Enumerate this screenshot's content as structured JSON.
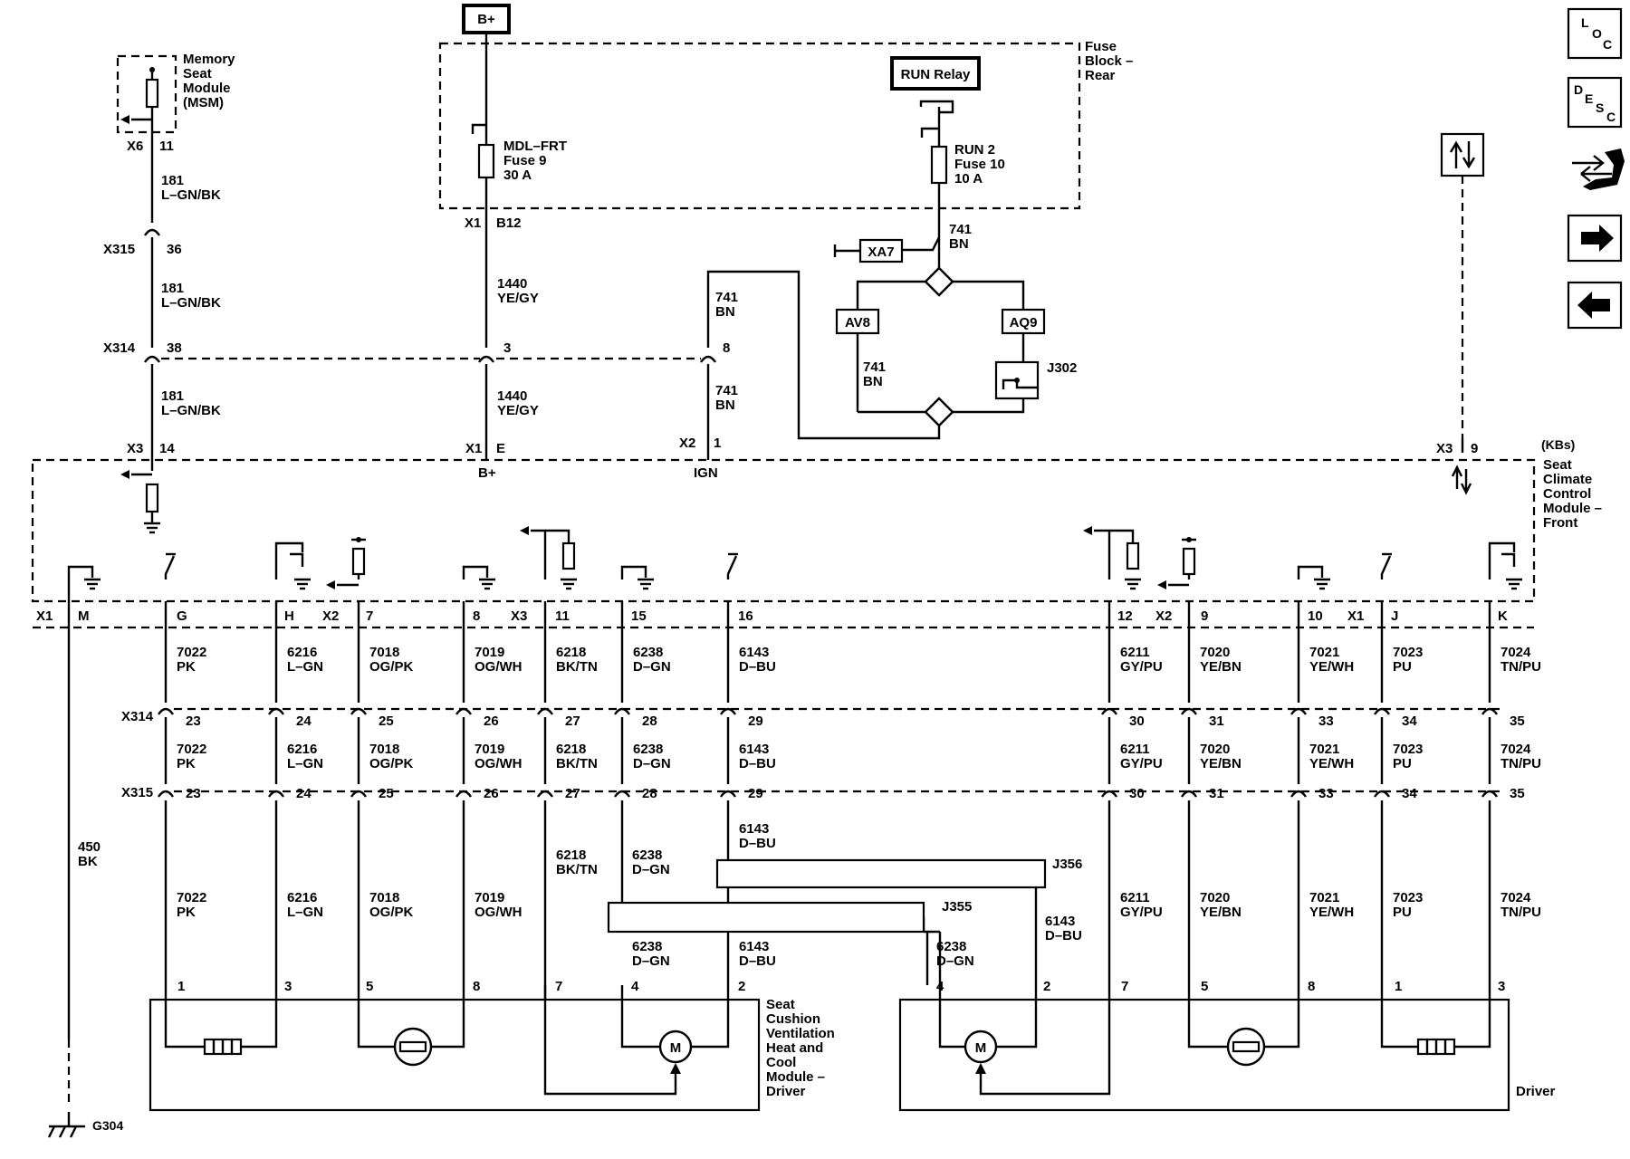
{
  "connectors": {
    "x6": "X6",
    "x6_pin": "11",
    "x315": "X315",
    "x315_pin": "36",
    "x314": "X314",
    "x314_pin": "38",
    "x3": "X3",
    "x3_pin": "14",
    "x1_b": "X1",
    "x1_b_pin": "B12",
    "x314_b_pin": "3",
    "x1_e": "X1",
    "x1_e_pin": "E",
    "x314_c_pin": "8",
    "x2_c": "X2",
    "x2_c_pin": "1",
    "x3_r": "X3",
    "x3_r_pin": "9",
    "x314_row": "X314",
    "x315_row": "X315"
  },
  "top": {
    "msm": [
      "Memory",
      "Seat",
      "Module",
      "(MSM)"
    ],
    "bplus": "B+",
    "fuse_block": [
      "Fuse",
      "Block –",
      "Rear"
    ],
    "mdl_fuse": [
      "MDL–FRT",
      "Fuse 9",
      "30 A"
    ],
    "run_relay": "RUN Relay",
    "run2_fuse": [
      "RUN 2",
      "Fuse 10",
      "10 A"
    ],
    "xa7": "XA7",
    "av8": "AV8",
    "aq9": "AQ9",
    "j302": "J302",
    "w181a": [
      "181",
      "L–GN/BK"
    ],
    "w181b": [
      "181",
      "L–GN/BK"
    ],
    "w181c": [
      "181",
      "L–GN/BK"
    ],
    "w1440a": [
      "1440",
      "YE/GY"
    ],
    "w1440b": [
      "1440",
      "YE/GY"
    ],
    "w741a": [
      "741",
      "BN"
    ],
    "w741b": [
      "741",
      "BN"
    ],
    "w741c": [
      "741",
      "BN"
    ],
    "w741d": [
      "741",
      "BN"
    ]
  },
  "module": {
    "kbs": "(KBs)",
    "name": [
      "Seat",
      "Climate",
      "Control",
      "Module –",
      "Front"
    ],
    "bplus": "B+",
    "ign": "IGN"
  },
  "row_labels": {
    "x1": "X1",
    "m": "M",
    "g": "G",
    "h": "H",
    "x2": "X2",
    "p7": "7",
    "p8": "8",
    "x3": "X3",
    "p11": "11",
    "p15": "15",
    "p16": "16",
    "p12": "12",
    "x2r": "X2",
    "p9": "9",
    "p10": "10",
    "x1r": "X1",
    "j": "J",
    "k": "K"
  },
  "circuits": [
    {
      "num": "7022",
      "color": "PK",
      "x314": "23",
      "x315": "23",
      "end_pin": "1"
    },
    {
      "num": "6216",
      "color": "L–GN",
      "x314": "24",
      "x315": "24",
      "end_pin": "3"
    },
    {
      "num": "7018",
      "color": "OG/PK",
      "x314": "25",
      "x315": "25",
      "end_pin": "5"
    },
    {
      "num": "7019",
      "color": "OG/WH",
      "x314": "26",
      "x315": "26",
      "end_pin": "8"
    },
    {
      "num": "6218",
      "color": "BK/TN",
      "x314": "27",
      "x315": "27",
      "end_pin": "7"
    },
    {
      "num": "6238",
      "color": "D–GN",
      "x314": "28",
      "x315": "28",
      "end_pin": "4"
    },
    {
      "num": "6143",
      "color": "D–BU",
      "x314": "29",
      "x315": "29",
      "end_pin": "2"
    },
    {
      "num": "6211",
      "color": "GY/PU",
      "x314": "30",
      "x315": "30",
      "end_pin": "7"
    },
    {
      "num": "7020",
      "color": "YE/BN",
      "x314": "31",
      "x315": "31",
      "end_pin": "5"
    },
    {
      "num": "7021",
      "color": "YE/WH",
      "x314": "33",
      "x315": "33",
      "end_pin": "8"
    },
    {
      "num": "7023",
      "color": "PU",
      "x314": "34",
      "x315": "34",
      "end_pin": "1"
    },
    {
      "num": "7024",
      "color": "TN/PU",
      "x314": "35",
      "x315": "35",
      "end_pin": "3"
    }
  ],
  "ground": {
    "wire": [
      "450",
      "BK"
    ],
    "label": "G304"
  },
  "splices": {
    "j356": "J356",
    "j355": "J355"
  },
  "passenger_module": [
    "Seat",
    "Cushion",
    "Ventilation",
    "Heat and",
    "Cool",
    "Module –",
    "Driver"
  ],
  "driver_module": "Driver",
  "motor": "M",
  "nav": {
    "loc": [
      "L",
      "O",
      "C"
    ],
    "desc": [
      "D",
      "E",
      "S",
      "C"
    ]
  }
}
